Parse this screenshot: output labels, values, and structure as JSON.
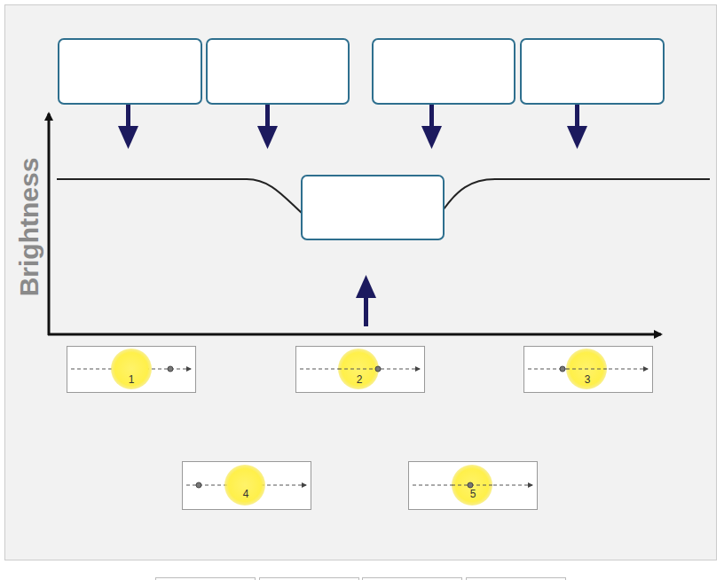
{
  "diagram": {
    "labels": [
      "Brightness",
      "1",
      "2",
      "3",
      "4",
      "5"
    ]
  }
}
